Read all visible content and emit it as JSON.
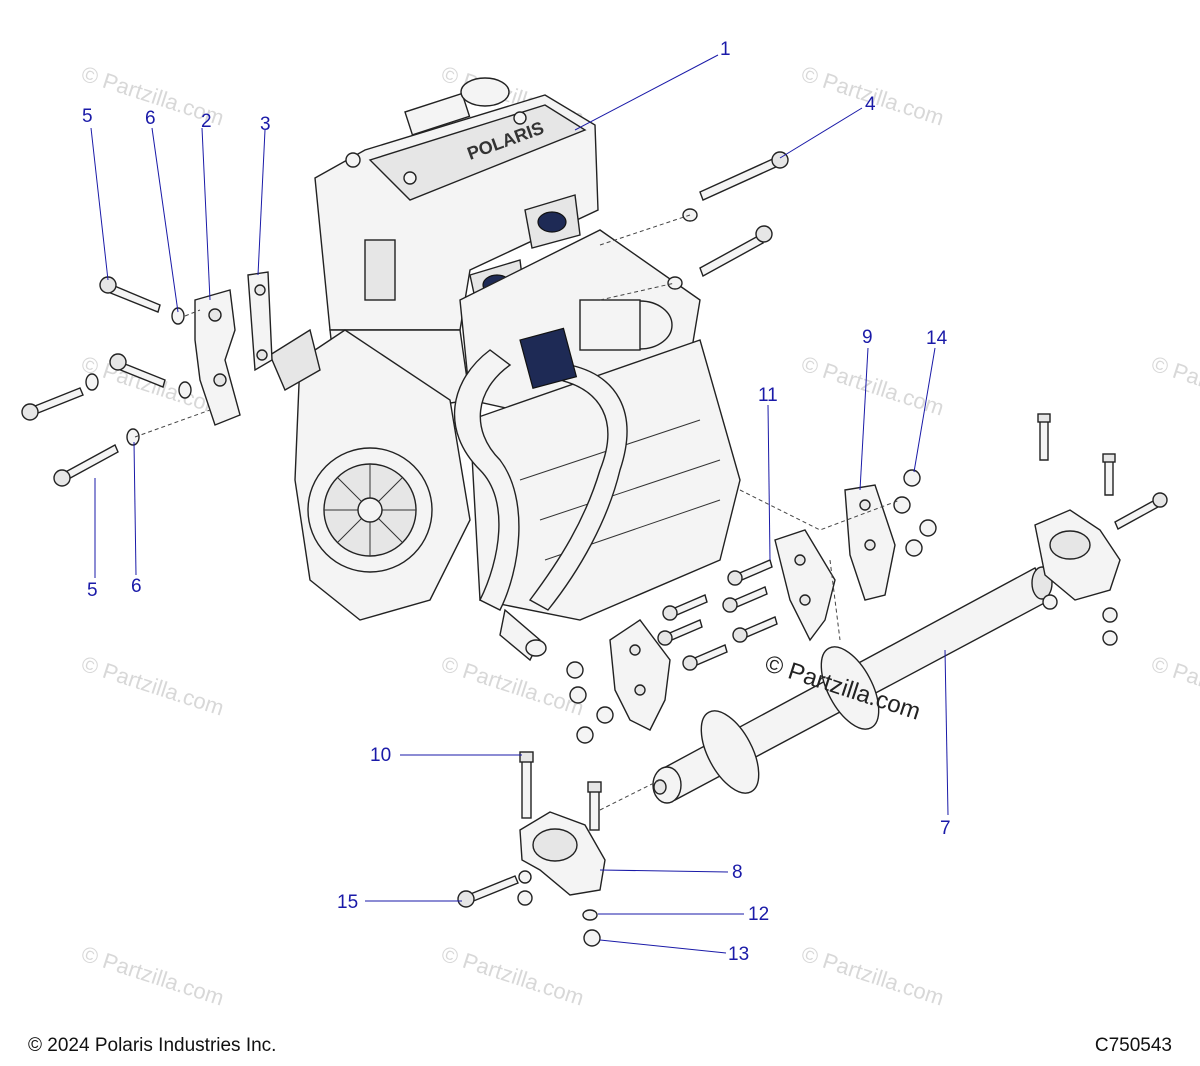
{
  "watermark": "© Partzilla.com",
  "copyright": "© 2024 Polaris Industries Inc.",
  "drawing_id": "C750543",
  "callouts": {
    "c1": "1",
    "c2": "2",
    "c3": "3",
    "c4": "4",
    "c5a": "5",
    "c5b": "5",
    "c6a": "6",
    "c6b": "6",
    "c7": "7",
    "c8": "8",
    "c9": "9",
    "c10": "10",
    "c11": "11",
    "c12": "12",
    "c13": "13",
    "c14": "14",
    "c15": "15"
  },
  "engine_logo": "POLARIS",
  "colors": {
    "callout": "#1a1aa8",
    "line": "#222222",
    "watermark": "#d8d8d8",
    "accent": "#1e2a55"
  }
}
